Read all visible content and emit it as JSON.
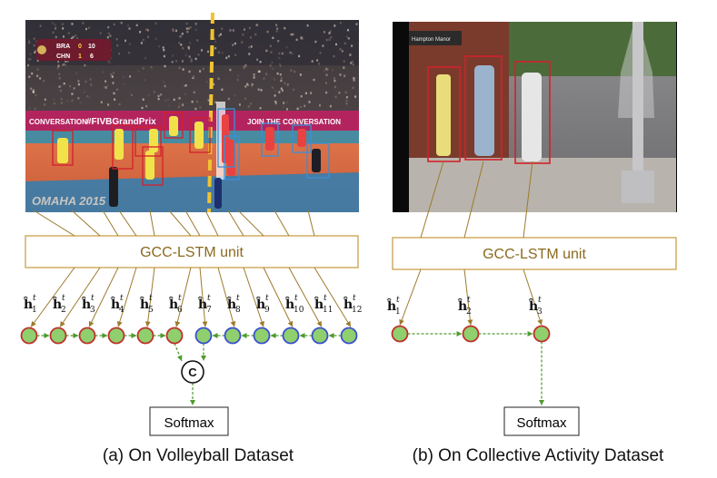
{
  "colors": {
    "unit_border": "#c9a24a",
    "unit_text": "#8b6a1e",
    "arrow_brown": "#9c7a2c",
    "node_fill": "#8fcf6e",
    "node_red": "#c0302a",
    "node_blue": "#3a4fd0",
    "dash_green": "#4e9a2e",
    "bbox_red": "#d3202a",
    "bbox_blue": "#3a8fd8"
  },
  "panel_a": {
    "photo": {
      "scoreboard": {
        "team1": "BRA",
        "team2": "CHN",
        "score1": "0",
        "score2": "1",
        "pts1": "10",
        "pts2": "6"
      },
      "banner_left": "CONVERSATION",
      "banner_mid": "#FIVBGrandPrix",
      "banner_right": "JOIN THE CONVERSATION",
      "floor_text": "OMAHA 2015"
    },
    "unit_label": "GCC-LSTM unit",
    "nodes": [
      {
        "sub": "1",
        "team": "red"
      },
      {
        "sub": "2",
        "team": "red"
      },
      {
        "sub": "3",
        "team": "red"
      },
      {
        "sub": "4",
        "team": "red"
      },
      {
        "sub": "5",
        "team": "red"
      },
      {
        "sub": "6",
        "team": "red"
      },
      {
        "sub": "7",
        "team": "blue"
      },
      {
        "sub": "8",
        "team": "blue"
      },
      {
        "sub": "9",
        "team": "blue"
      },
      {
        "sub": "10",
        "team": "blue"
      },
      {
        "sub": "11",
        "team": "blue"
      },
      {
        "sub": "12",
        "team": "blue"
      }
    ],
    "concat_label": "C",
    "softmax_label": "Softmax",
    "caption": "(a) On Volleyball Dataset"
  },
  "panel_b": {
    "photo": {
      "sign_text": "Hampton Manor"
    },
    "unit_label": "GCC-LSTM unit",
    "nodes": [
      {
        "sub": "1"
      },
      {
        "sub": "2"
      },
      {
        "sub": "3"
      }
    ],
    "softmax_label": "Softmax",
    "caption": "(b) On Collective Activity Dataset"
  },
  "h_symbol": "ĥ",
  "h_superscript": "t"
}
